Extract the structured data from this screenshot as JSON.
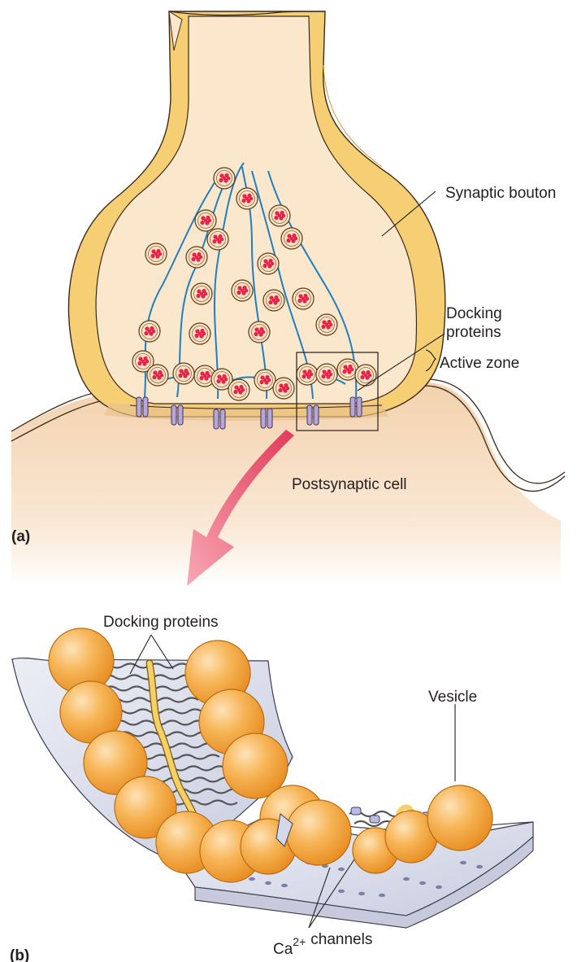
{
  "panel_a": {
    "tag": "(a)",
    "labels": {
      "synaptic_bouton": "Synaptic bouton",
      "docking_line1": "Docking",
      "docking_line2": "proteins",
      "active_zone": "Active zone",
      "postsynaptic": "Postsynaptic cell"
    }
  },
  "panel_b": {
    "tag": "(b)",
    "labels": {
      "docking": "Docking proteins",
      "vesicle": "Vesicle",
      "ca_base": "Ca",
      "ca_sup": "2+",
      "channels": "channels"
    }
  },
  "colors": {
    "bouton_membrane": "#f6cf74",
    "bouton_fill": "#fbe7cc",
    "postsynaptic": "#f7dcbc",
    "cytoskeleton": "#1f7fc0",
    "vesicle_red": "#e8234a",
    "channel": "#b7a7d6",
    "vesicle_orange": "#f4a43a",
    "arrow": "#e8506a",
    "membrane_b": "#dfe1ef"
  }
}
